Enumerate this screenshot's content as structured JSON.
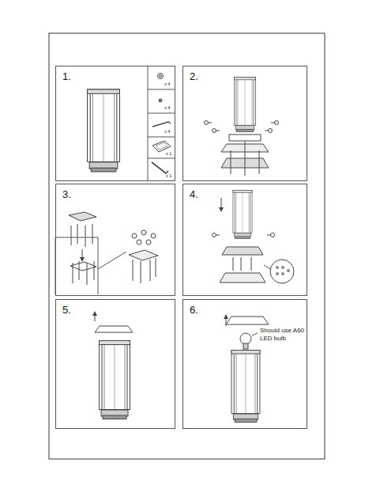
{
  "diagram": {
    "nodes": [
      {
        "text": [
          "1."
        ]
      },
      {
        "text": [
          "2."
        ]
      },
      {
        "text": [
          "3."
        ]
      },
      {
        "text": [
          "4."
        ]
      },
      {
        "text": [
          "5."
        ]
      },
      {
        "text": [
          "6."
        ]
      }
    ],
    "labels": [
      "x 4",
      "x 4",
      "x 4",
      "x 1",
      "x 1",
      "Should use A60 LED bulb"
    ]
  }
}
